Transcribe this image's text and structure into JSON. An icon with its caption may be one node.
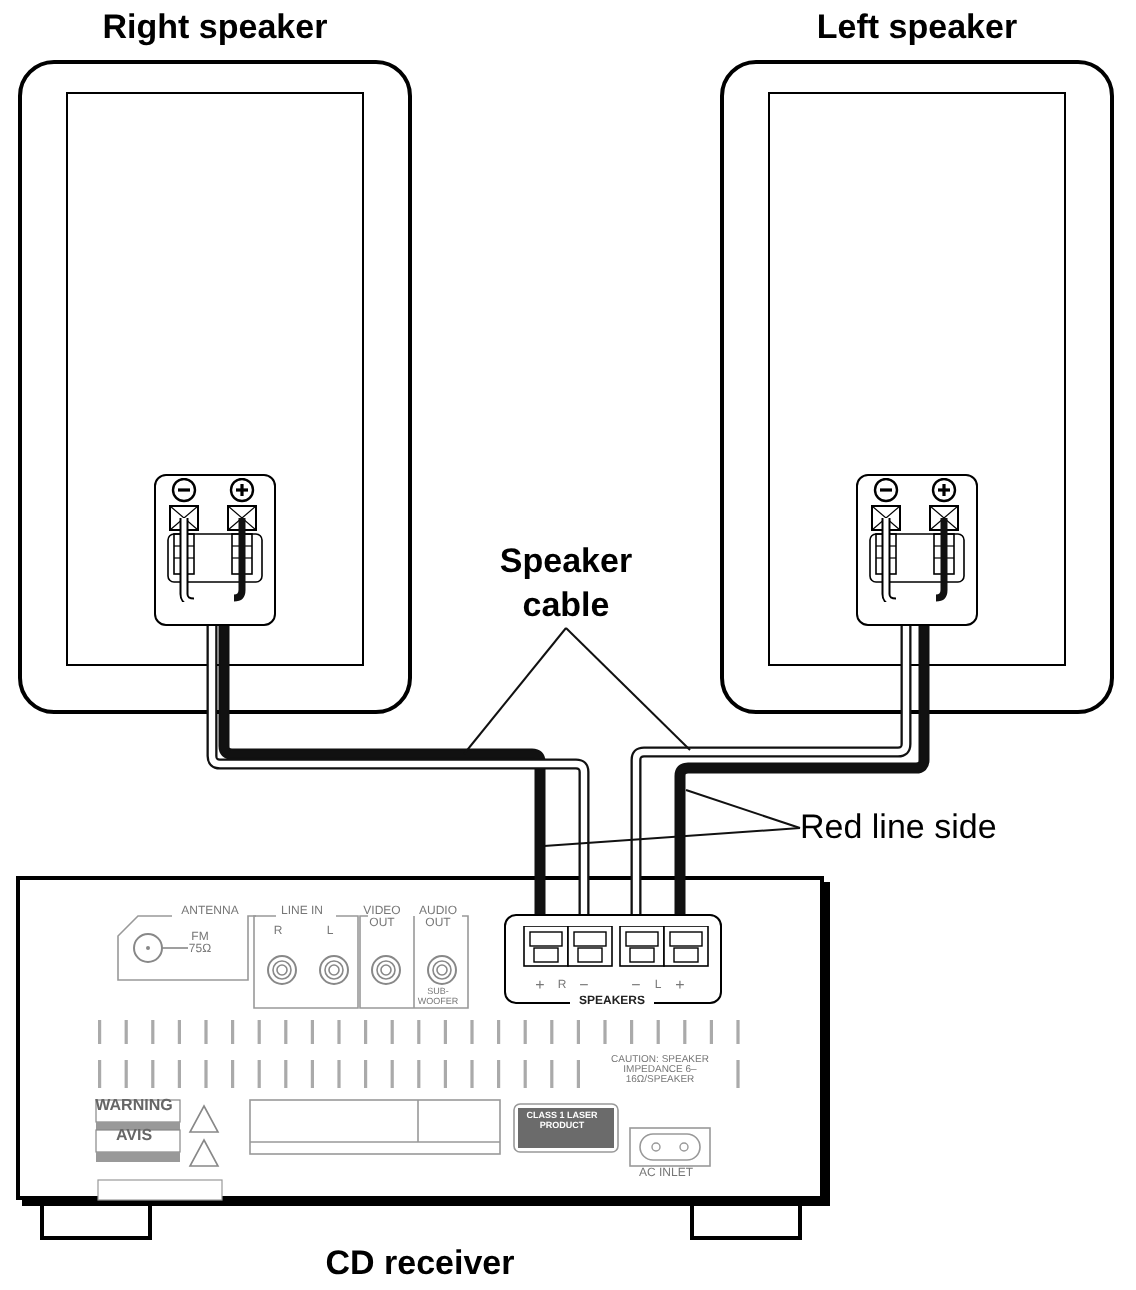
{
  "diagram": {
    "nodes": [
      {
        "text": [
          "Right speaker"
        ]
      },
      {
        "text": [],
        "shape": "box",
        "in": 0
      },
      {
        "text": [
          "Left speaker"
        ]
      },
      {
        "text": [],
        "shape": "box",
        "in": 2
      },
      {
        "text": [
          "Speaker cable"
        ]
      },
      {
        "text": [
          "Red line side"
        ]
      },
      {
        "text": [
          "CD receiver"
        ]
      },
      {
        "text": [],
        "shape": "box",
        "in": 6
      }
    ],
    "edges": [
      {
        "from": 1,
        "to": 7,
        "arrow": "none",
        "style": "thick"
      },
      {
        "from": 1,
        "to": 7,
        "arrow": "none",
        "style": "thick",
        "color": "#ffffff"
      },
      {
        "from": 3,
        "to": 7,
        "arrow": "none",
        "style": "thick"
      },
      {
        "from": 3,
        "to": 7,
        "arrow": "none",
        "style": "thick",
        "color": "#ffffff"
      },
      {
        "from": 4,
        "to": null,
        "arrow": "none"
      },
      {
        "from": 4,
        "to": null,
        "arrow": "none"
      },
      {
        "from": 5,
        "to": null,
        "arrow": "none"
      },
      {
        "from": 5,
        "to": null,
        "arrow": "none"
      }
    ],
    "labels": [
      "ANTENNA",
      "FM 75Ω",
      "LINE IN",
      "R",
      "L",
      "VIDEO OUT",
      "AUDIO OUT",
      "SUB-WOOFER",
      "+",
      "R",
      "−",
      "−",
      "L",
      "+",
      "SPEAKERS",
      "CAUTION: SPEAKER IMPEDANCE 6–16Ω/SPEAKER",
      "WARNING",
      "AVIS",
      "CLASS 1 LASER PRODUCT",
      "AC INLET"
    ]
  }
}
